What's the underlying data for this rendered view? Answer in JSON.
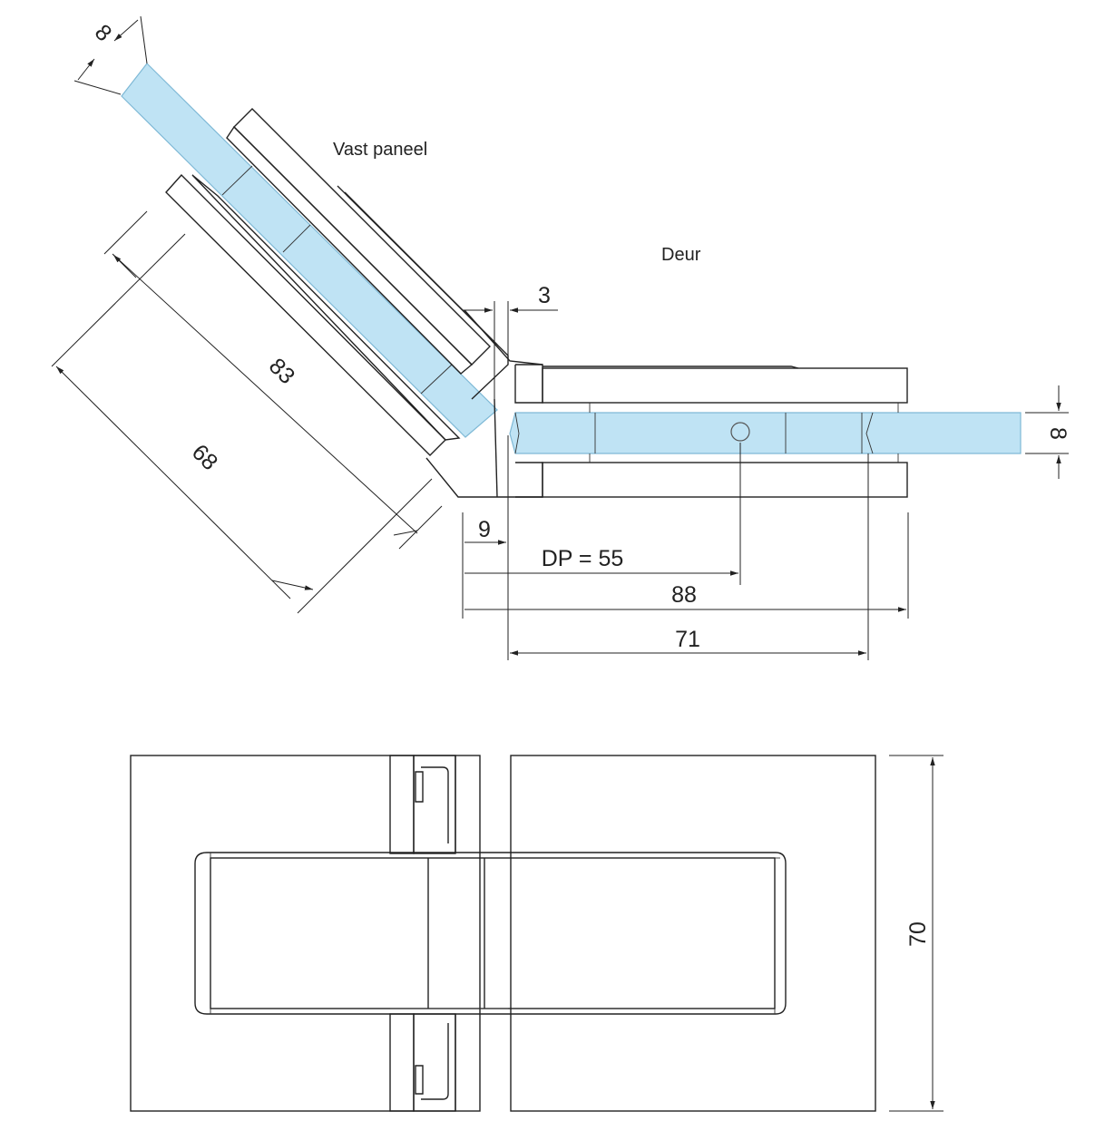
{
  "labels": {
    "fixed_panel": "Vast paneel",
    "door": "Deur"
  },
  "dimensions": {
    "glass_thickness_top": "8",
    "gap": "3",
    "panel_clamp_length": "83",
    "panel_body_length": "68",
    "glass_thickness_right": "8",
    "offset": "9",
    "dp": "DP = 55",
    "overall": "88",
    "door_clamp_length": "71",
    "height": "70"
  },
  "colors": {
    "glass": "#bfe3f4",
    "glass_edge": "#7fb9d6",
    "line": "#222222"
  }
}
